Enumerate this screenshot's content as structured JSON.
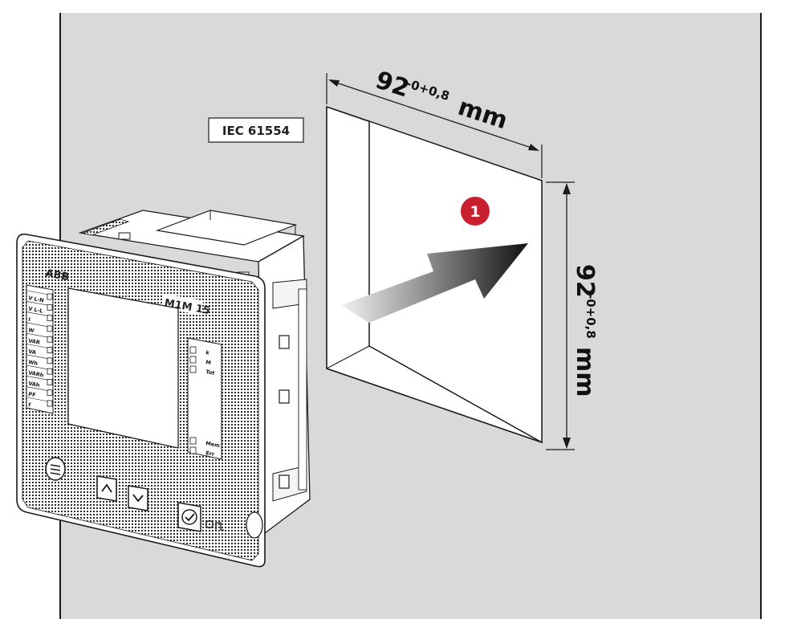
{
  "certification": "IEC 61554",
  "step_number": "1",
  "dimension_width": {
    "value": "92",
    "tolerance": "-0+0,8",
    "unit": "mm"
  },
  "dimension_height": {
    "value": "92",
    "tolerance": "-0+0,8",
    "unit": "mm"
  },
  "device": {
    "brand": "ABB",
    "model": "M1M 15",
    "left_labels": [
      "V L-N",
      "V L-L",
      "I",
      "W",
      "VAR",
      "VA",
      "Wh",
      "VARh",
      "VAh",
      "PF",
      "f"
    ],
    "right_labels_top": [
      "k",
      "M",
      "Tot"
    ],
    "right_labels_bottom": [
      "Mem",
      "Err"
    ],
    "button_icons": [
      "menu-icon",
      "up-icon",
      "down-icon",
      "ok-icon"
    ]
  },
  "colors": {
    "background": "#d9d9d9",
    "step_badge": "#c8202e",
    "frame": "#ffffff",
    "outline": "#1a1a1a"
  }
}
